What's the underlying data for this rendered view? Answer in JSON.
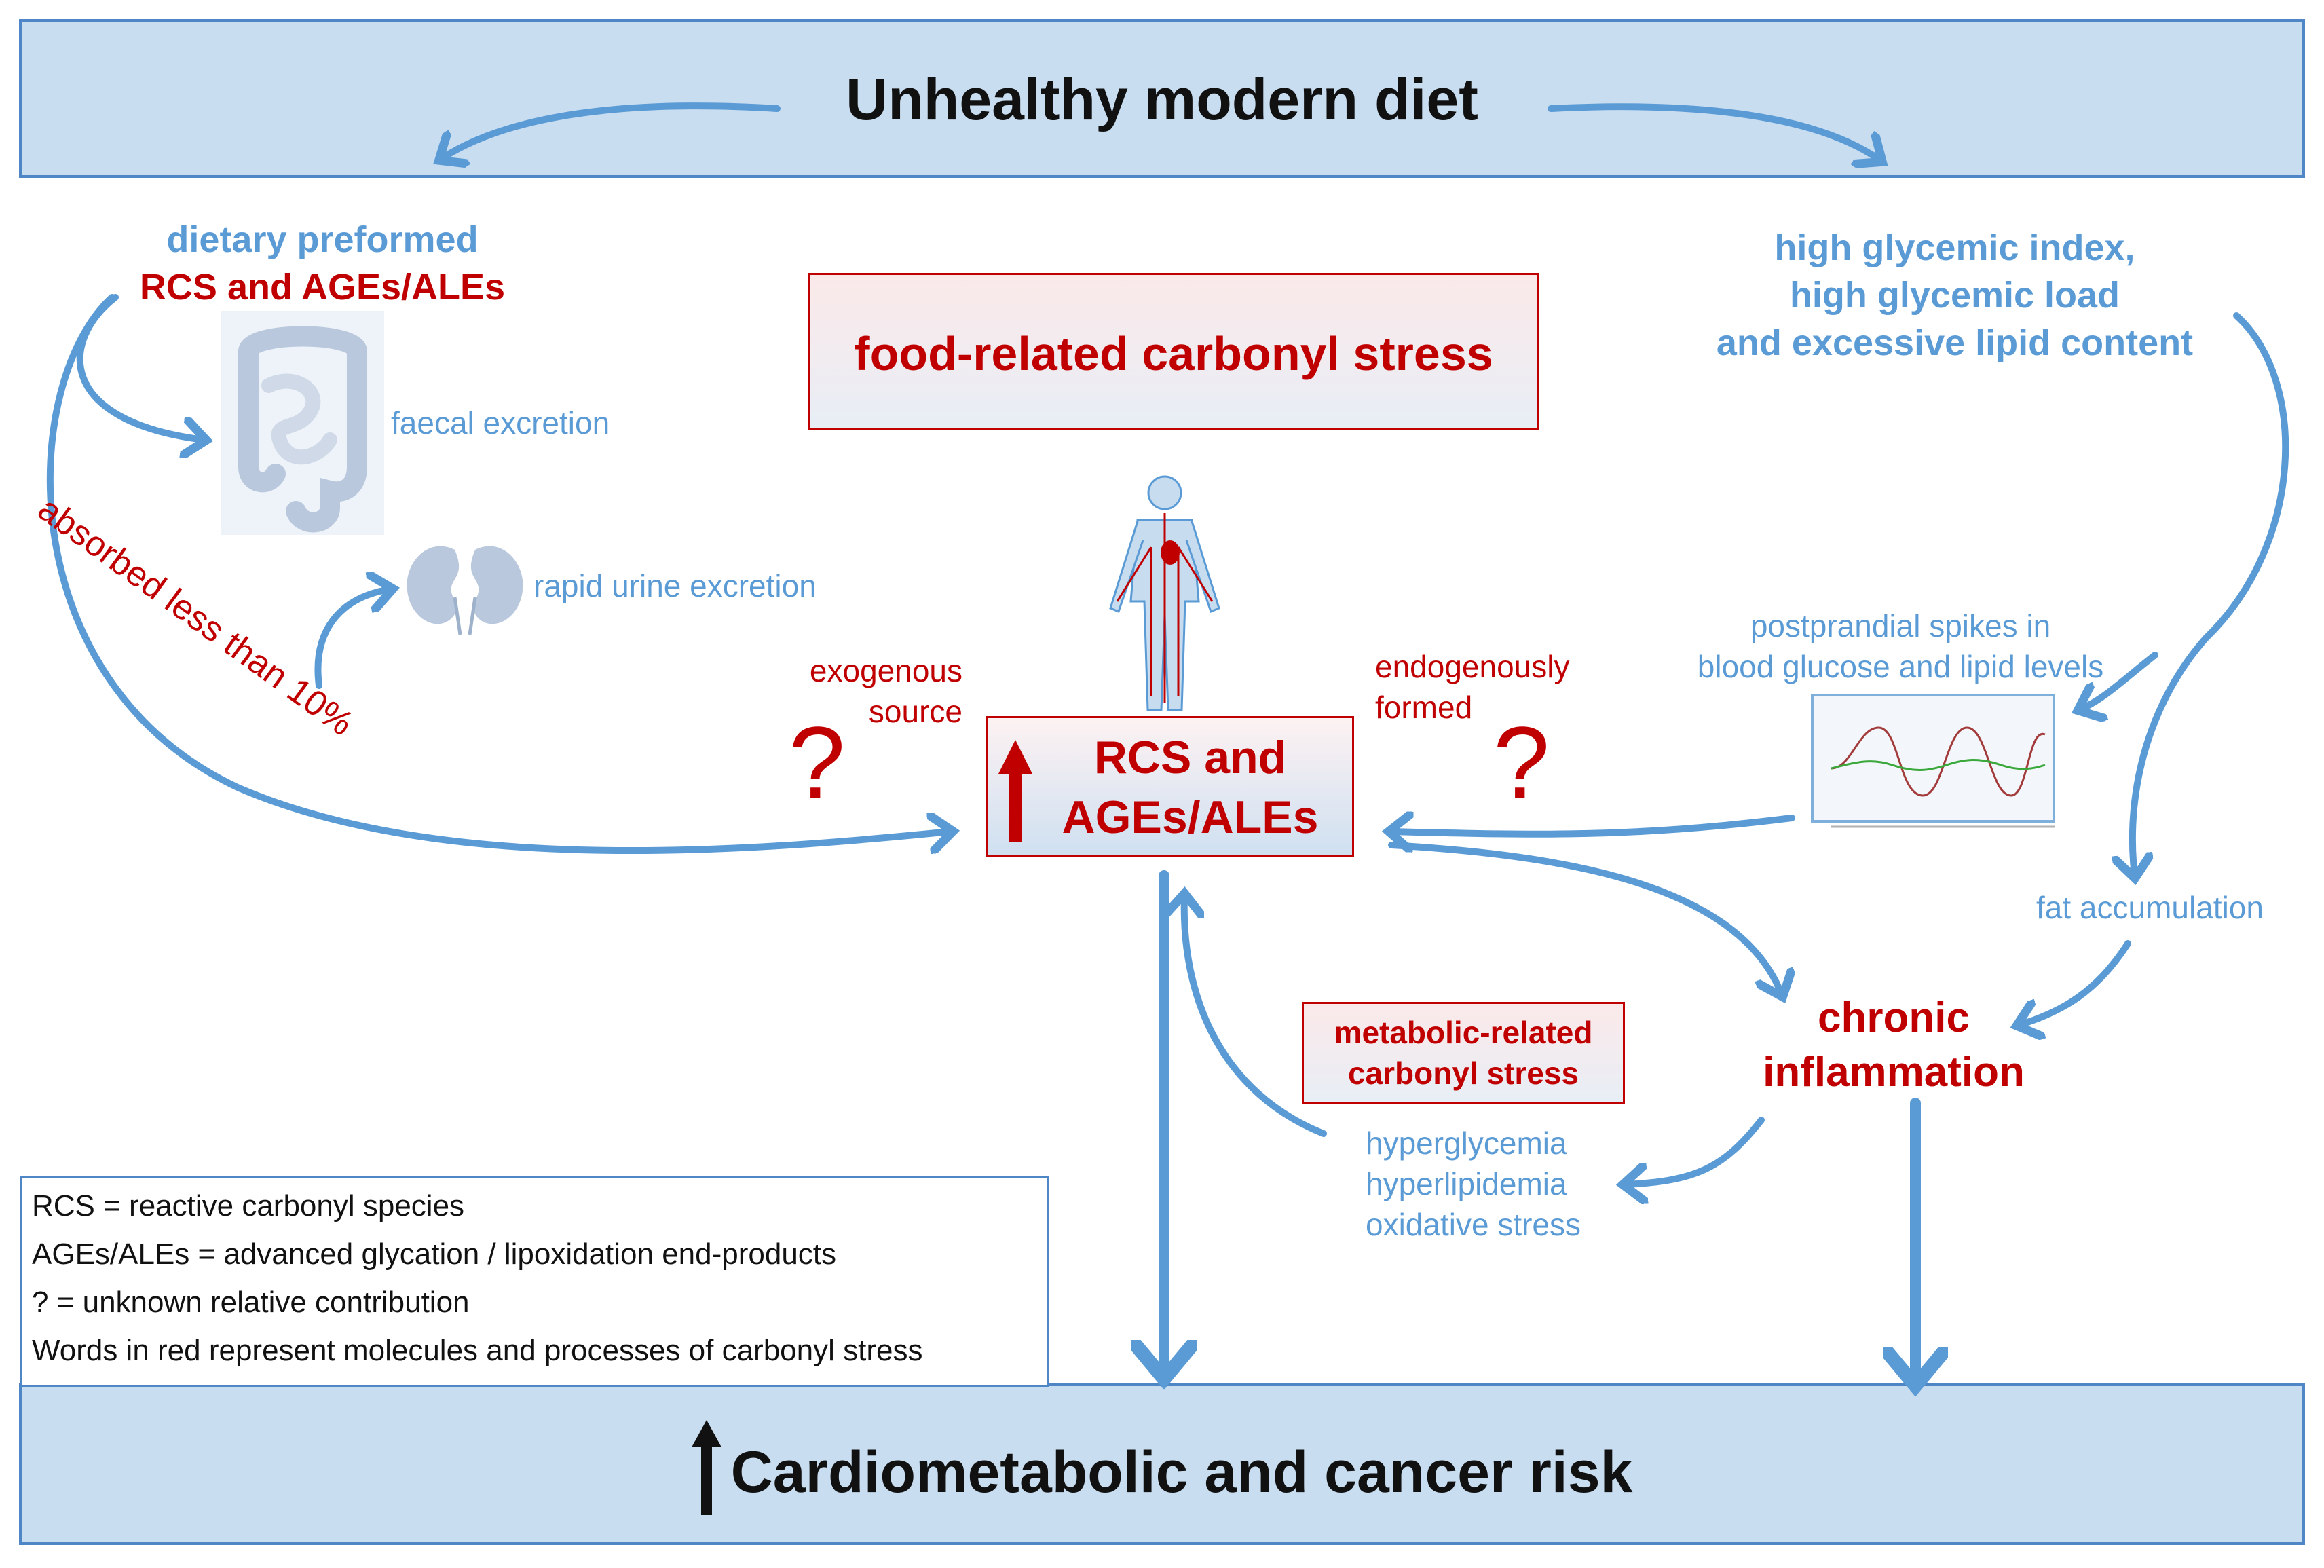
{
  "top_band": {
    "title": "Unhealthy modern diet"
  },
  "bottom_band": {
    "title": "Cardiometabolic and cancer risk"
  },
  "left_branch": {
    "title_line1": "dietary preformed",
    "title_line2": "RCS and AGEs/ALEs",
    "faecal": "faecal excretion",
    "urine": "rapid urine excretion",
    "absorbed": "absorbed less than 10%"
  },
  "right_branch": {
    "line1": "high glycemic index,",
    "line2": "high glycemic load",
    "line3": "and excessive lipid content",
    "spikes_line1": "postprandial spikes in",
    "spikes_line2": "blood glucose and lipid levels",
    "fat": "fat accumulation"
  },
  "food_stress": "food-related carbonyl stress",
  "center": {
    "line1": "RCS and",
    "line2": "AGEs/ALEs",
    "exogenous_line1": "exogenous",
    "exogenous_line2": "source",
    "endogenous_line1": "endogenously",
    "endogenous_line2": "formed",
    "qmark": "?"
  },
  "metabolic_stress": {
    "line1": "metabolic-related",
    "line2": "carbonyl stress"
  },
  "inflammation": {
    "line1": "chronic",
    "line2": "inflammation"
  },
  "metabolic_list": [
    "hyperglycemia",
    "hyperlipidemia",
    "oxidative stress"
  ],
  "legend": [
    "RCS = reactive carbonyl species",
    "AGEs/ALEs = advanced glycation / lipoxidation end-products",
    "? = unknown relative contribution",
    "Words in red represent molecules and processes of carbonyl stress"
  ],
  "colors": {
    "arrow_blue": "#5b9bd5",
    "band_fill": "#c9ddf0",
    "band_border": "#4f86c6",
    "stress_red": "#c00000"
  },
  "icons": [
    "intestine-icon",
    "kidney-icon",
    "human-body-icon",
    "wave-chart-icon",
    "up-arrow-icon"
  ]
}
